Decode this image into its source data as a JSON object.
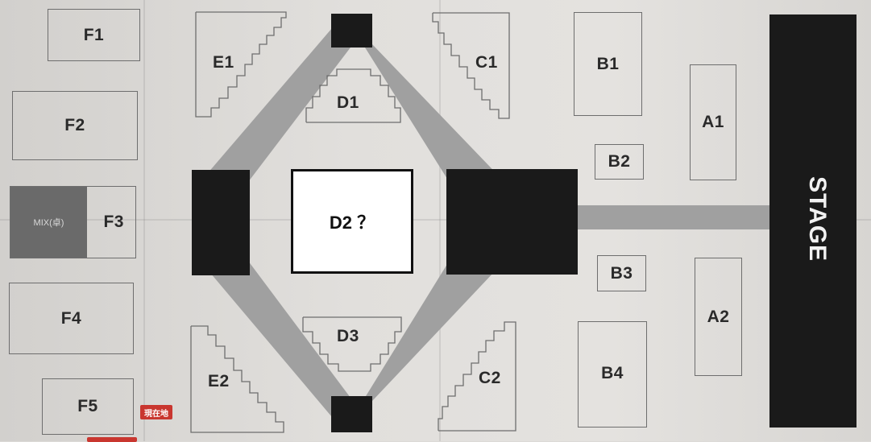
{
  "colors": {
    "walkway": "#a0a0a0",
    "dark_block": "#1a1a1a",
    "mix_area": "#6a6a6a",
    "current_location": "#c9362f",
    "paper": "#e1dfdc"
  },
  "stage": {
    "label": "STAGE"
  },
  "sections": {
    "A1": "A1",
    "A2": "A2",
    "B1": "B1",
    "B2": "B2",
    "B3": "B3",
    "B4": "B4",
    "C1": "C1",
    "C2": "C2",
    "D1": "D1",
    "D2": "D2 ？",
    "D3": "D3",
    "E1": "E1",
    "E2": "E2",
    "F1": "F1",
    "F2": "F2",
    "F3": "F3",
    "F4": "F4",
    "F5": "F5"
  },
  "mix": {
    "label": "MIX(卓)"
  },
  "current_location": {
    "label": "現在地"
  }
}
